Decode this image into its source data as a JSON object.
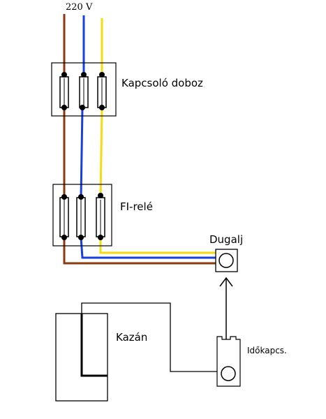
{
  "labels": {
    "voltage": "220  V",
    "switch_box": "Kapcsoló doboz",
    "rcd": "FI-relé",
    "socket": "Dugalj",
    "boiler": "Kazán",
    "timer": "Időkapcs."
  },
  "colors": {
    "brown_wire": "#8B3A0F",
    "blue_wire": "#1A3FE0",
    "yellow_wire": "#F5DC12",
    "outline": "#000000"
  }
}
